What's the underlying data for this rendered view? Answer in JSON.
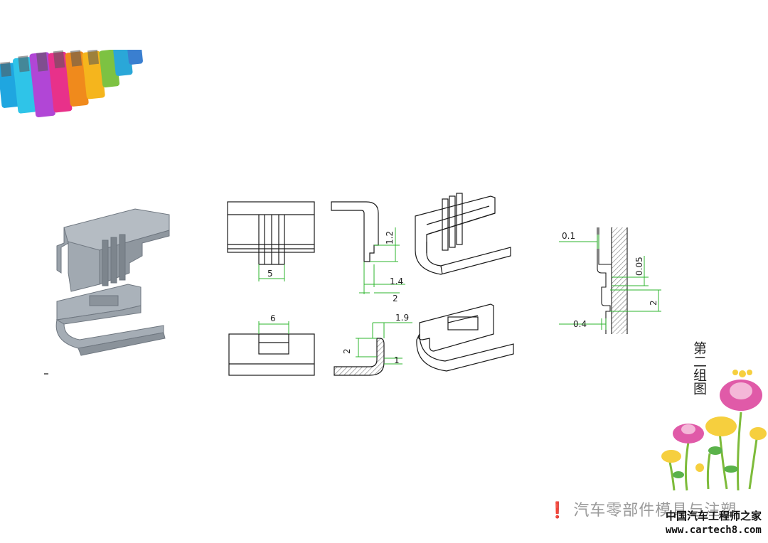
{
  "dimensions": {
    "d5": "5",
    "d1_2": "1.2",
    "d1_4": "1.4",
    "d2_top": "2",
    "d6": "6",
    "d1_9": "1.9",
    "d2_bottom": "2",
    "d1": "1",
    "d0_1": "0.1",
    "d0_05": "0.05",
    "d2_detail": "2",
    "d0_4": "0.4"
  },
  "title": "第二组图",
  "watermark": {
    "wechat": "汽车零部件模具与注塑",
    "site_cn": "中国汽车工程师之家",
    "site_url": "www.cartech8.com"
  },
  "colors": {
    "line": "#1a1a1a",
    "dimension": "#2db52d",
    "part_fill": "#a9b1b9",
    "part_shade": "#8d959e",
    "hatch": "#777777"
  }
}
